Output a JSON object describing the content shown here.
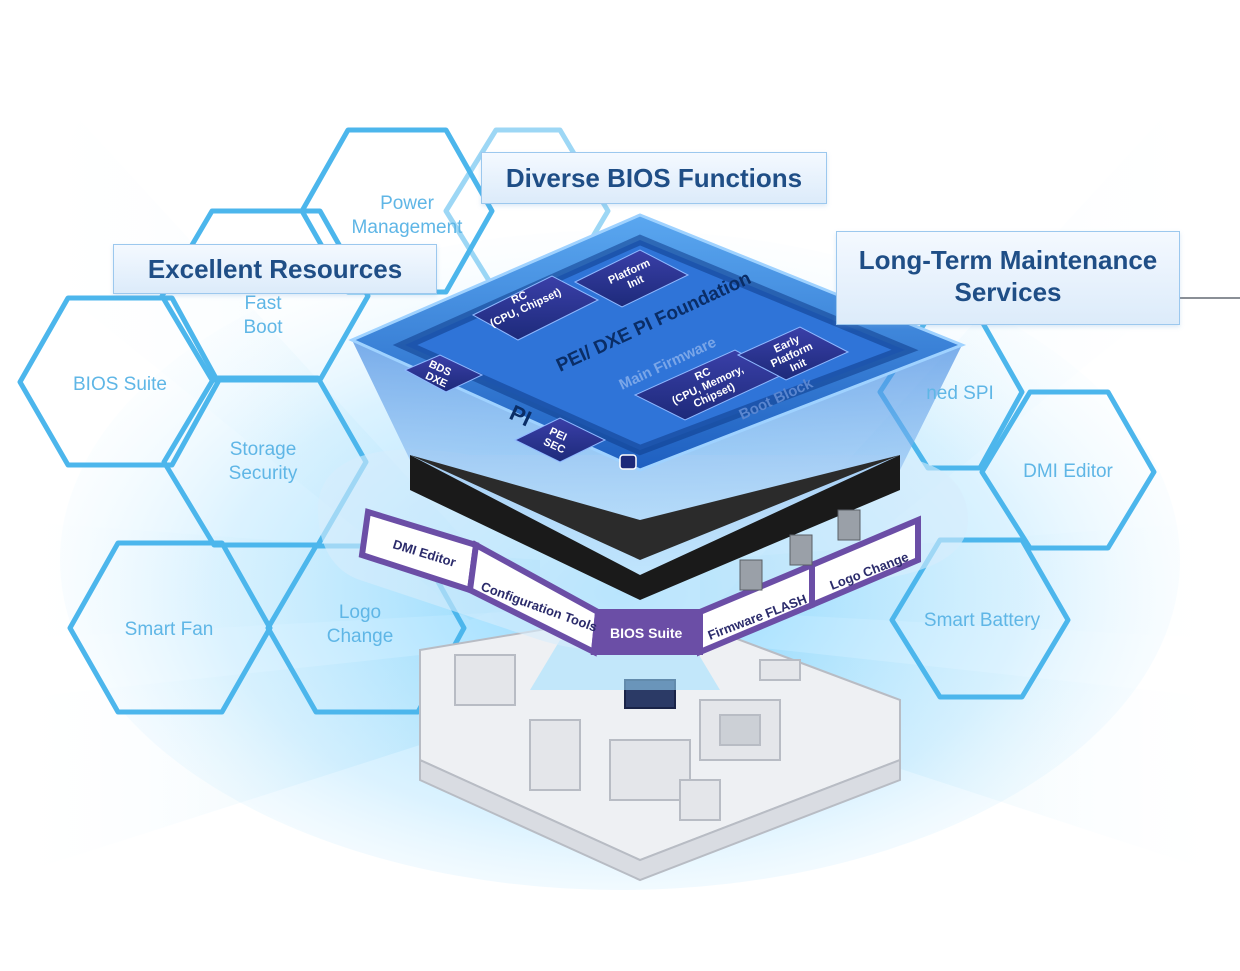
{
  "banners": {
    "diverse": "Diverse BIOS Functions",
    "excellent": "Excellent Resources",
    "longterm_line1": "Long-Term Maintenance",
    "longterm_line2": "Services"
  },
  "hexagons": {
    "power_management_1": "Power",
    "power_management_2": "Management",
    "fast_boot_1": "Fast",
    "fast_boot_2": "Boot",
    "bios_suite": "BIOS Suite",
    "storage_security_1": "Storage",
    "storage_security_2": "Security",
    "smart_fan": "Smart Fan",
    "logo_change_1": "Logo",
    "logo_change_2": "Change",
    "spi_partial": "ned SPI",
    "dmi_editor": "DMI Editor",
    "smart_battery": "Smart Battery"
  },
  "chip": {
    "foundation": "PEI/ DXE PI Foundation",
    "main_firmware": "Main Firmware",
    "boot_block": "Boot Block",
    "pi": "PI",
    "rc_cpu_chipset_1": "RC",
    "rc_cpu_chipset_2": "(CPU, Chipset)",
    "platform_init_1": "Platform",
    "platform_init_2": "Init",
    "rc_cpu_mem_1": "RC",
    "rc_cpu_mem_2": "(CPU, Memory,",
    "rc_cpu_mem_3": "Chipset)",
    "early_platform_1": "Early",
    "early_platform_2": "Platform",
    "early_platform_3": "Init",
    "bds_dxe_1": "BDS",
    "bds_dxe_2": "DXE",
    "pei_sec_1": "PEI",
    "pei_sec_2": "SEC"
  },
  "ribbon": {
    "dmi_editor": "DMI Editor",
    "configuration_tools": "Configuration Tools",
    "bios_suite": "BIOS Suite",
    "firmware_flash": "Firmware FLASH",
    "logo_change": "Logo Change"
  },
  "colors": {
    "hex_stroke": "#4cb6ec",
    "banner_text": "#1f4e86",
    "hex_text": "#5fb6e6",
    "ribbon": "#6b4ea6",
    "chip_top": "#2a6fd6"
  }
}
